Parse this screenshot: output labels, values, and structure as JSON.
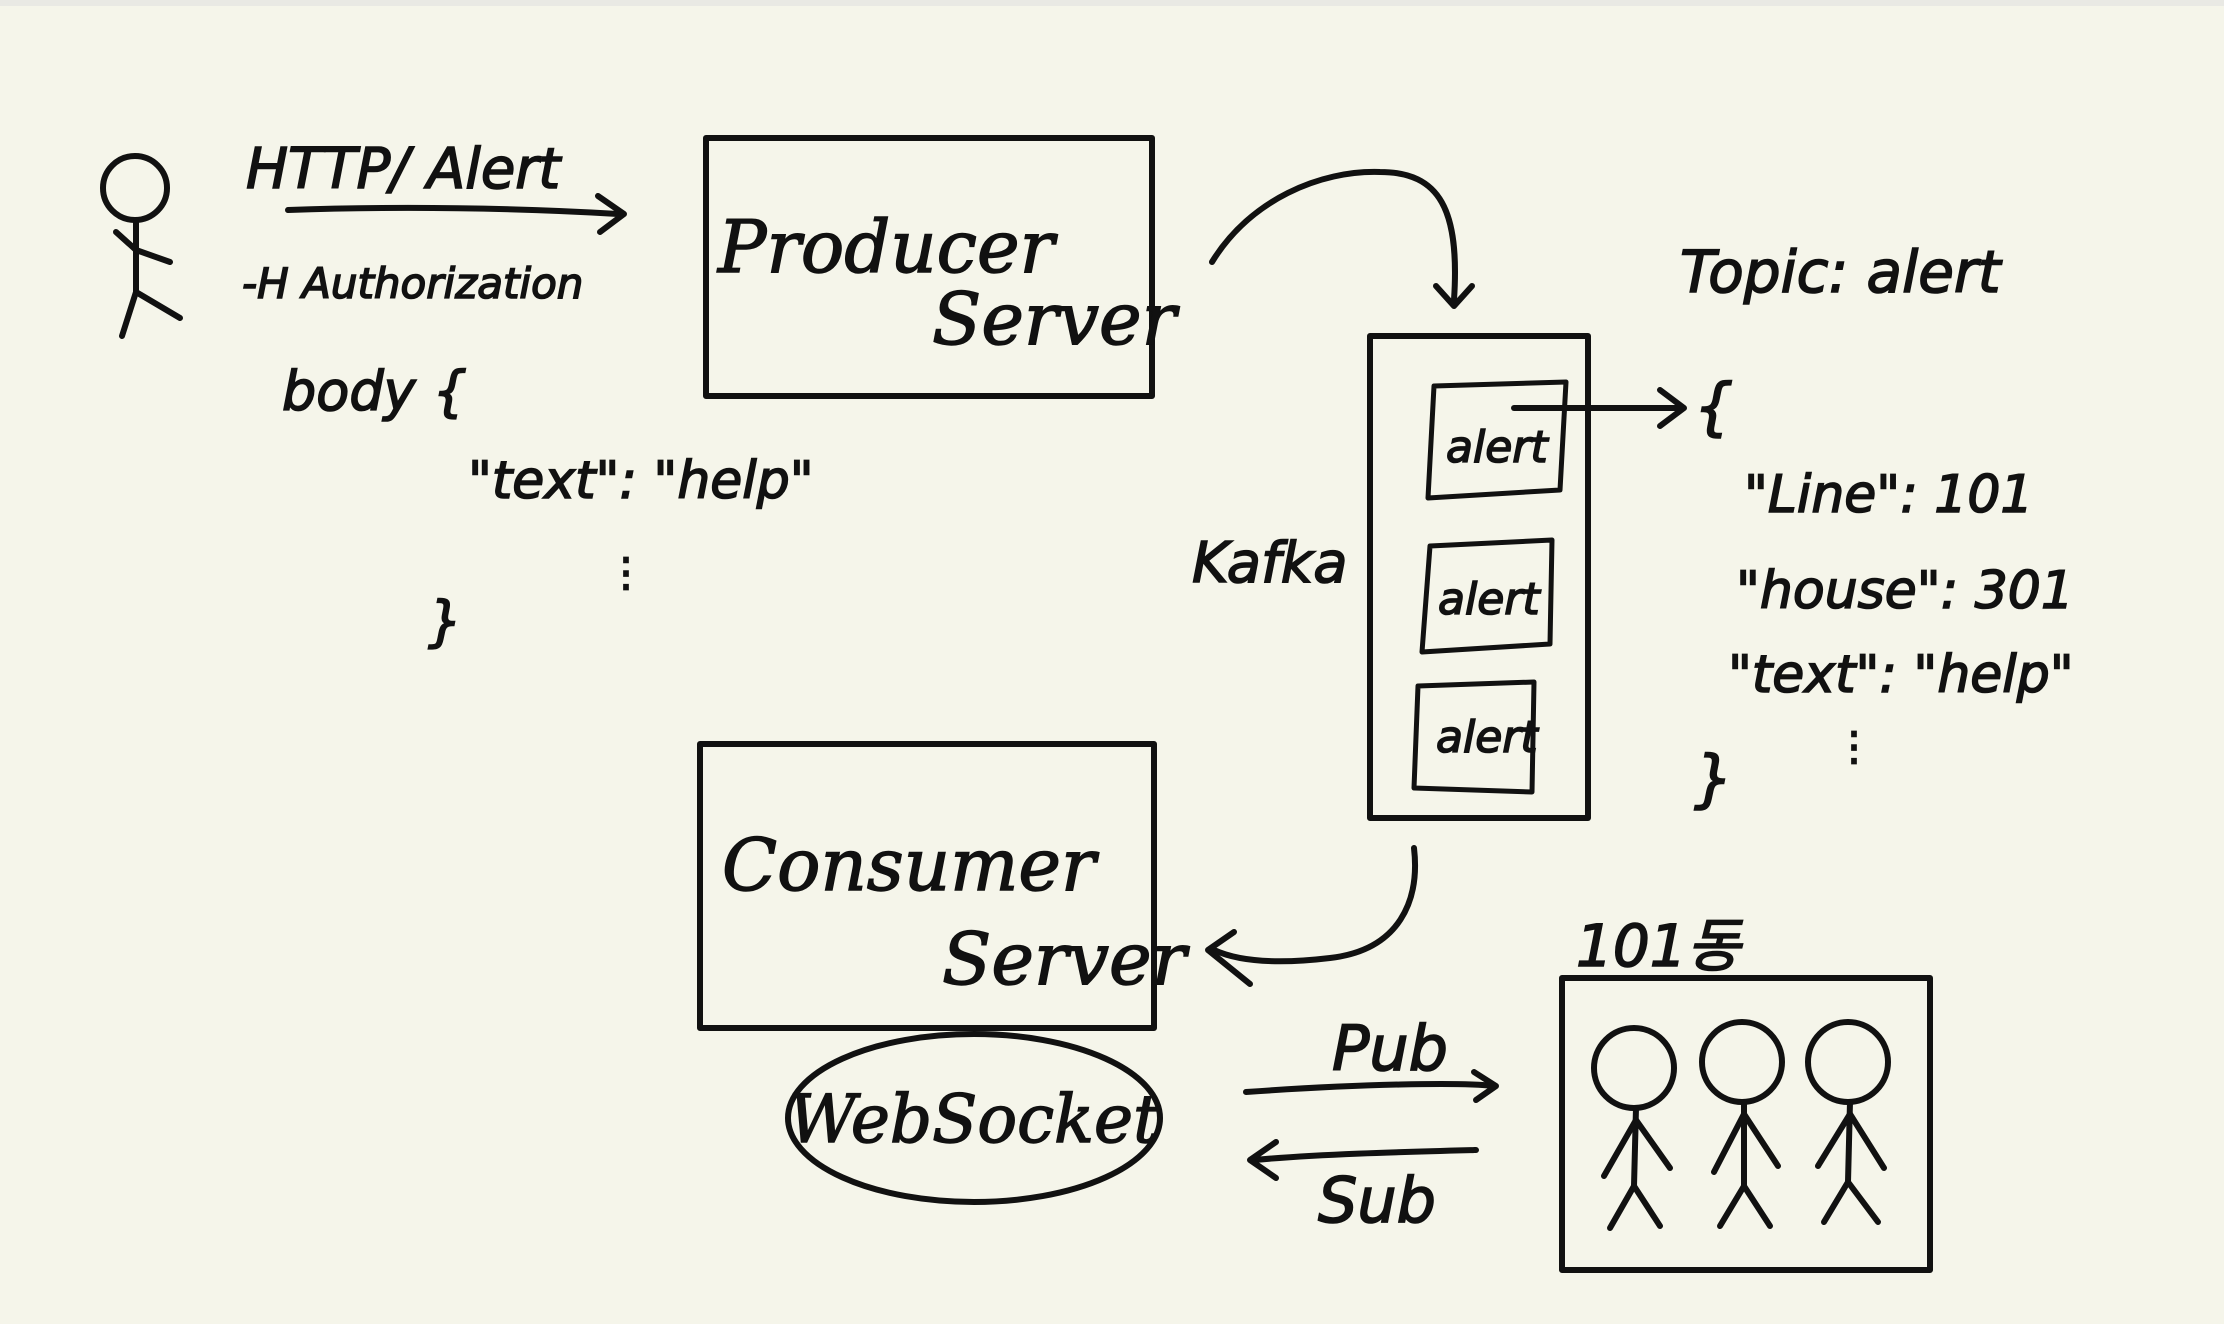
{
  "client": {
    "request_label": "HTTP/ Alert",
    "header_label": "-H Authorization",
    "body_open": "body {",
    "body_field": "\"text\": \"help\"",
    "ellipsis": "⋮",
    "body_close": "}"
  },
  "producer": {
    "line1": "Producer",
    "line2": "Server"
  },
  "kafka": {
    "label": "Kafka",
    "messages": [
      "alert",
      "alert",
      "alert"
    ]
  },
  "topic": {
    "label": "Topic: alert",
    "open": "{",
    "fields": [
      "\"Line\": 101",
      "\"house\": 301",
      "\"text\": \"help\""
    ],
    "ellipsis": "⋮",
    "close": "}"
  },
  "consumer": {
    "line1": "Consumer",
    "line2": "Server",
    "websocket": "WebSocket"
  },
  "channel": {
    "pub": "Pub",
    "sub": "Sub"
  },
  "building": {
    "label": "101동"
  }
}
